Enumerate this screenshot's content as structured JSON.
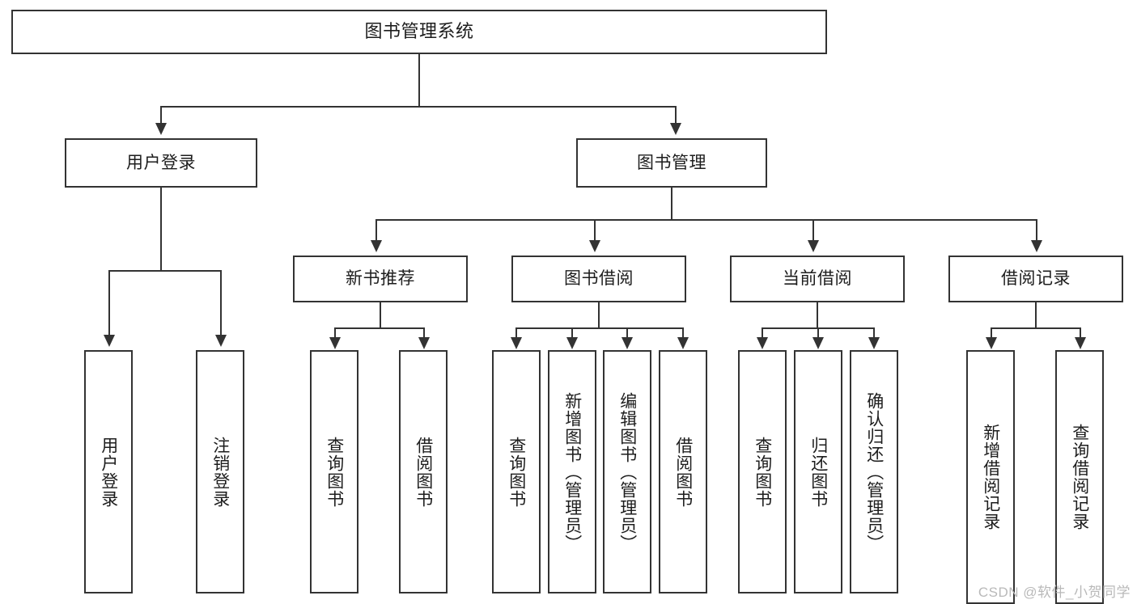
{
  "diagram": {
    "title": "图书管理系统",
    "type": "function-structure-tree",
    "watermark": "CSDN @软件_小贺同学",
    "colors": {
      "stroke": "#333333",
      "box_fill": "#ffffff",
      "text": "#1d1d1d",
      "watermark": "#b9b9b9",
      "background": "#ffffff"
    },
    "root": {
      "id": "root",
      "label": "图书管理系统"
    },
    "tier2": [
      {
        "id": "user-login",
        "label": "用户登录"
      },
      {
        "id": "book-manage",
        "label": "图书管理"
      }
    ],
    "tier3": [
      {
        "id": "new-book-rec",
        "label": "新书推荐",
        "parent": "book-manage"
      },
      {
        "id": "book-borrow",
        "label": "图书借阅",
        "parent": "book-manage"
      },
      {
        "id": "current-borrow",
        "label": "当前借阅",
        "parent": "book-manage"
      },
      {
        "id": "borrow-record",
        "label": "借阅记录",
        "parent": "book-manage"
      }
    ],
    "leaves": [
      {
        "id": "leaf-user-login",
        "label": "用户登录",
        "parent": "user-login"
      },
      {
        "id": "leaf-user-logout",
        "label": "注销登录",
        "parent": "user-login"
      },
      {
        "id": "leaf-query-book-rec",
        "label": "查询图书",
        "parent": "new-book-rec"
      },
      {
        "id": "leaf-borrow-book-rec",
        "label": "借阅图书",
        "parent": "new-book-rec"
      },
      {
        "id": "leaf-query-book",
        "label": "查询图书",
        "parent": "book-borrow"
      },
      {
        "id": "leaf-add-book",
        "label": "新增图书（管理员）",
        "parent": "book-borrow"
      },
      {
        "id": "leaf-edit-book",
        "label": "编辑图书（管理员）",
        "parent": "book-borrow"
      },
      {
        "id": "leaf-borrow-book",
        "label": "借阅图书",
        "parent": "book-borrow"
      },
      {
        "id": "leaf-query-book-cur",
        "label": "查询图书",
        "parent": "current-borrow"
      },
      {
        "id": "leaf-return-book",
        "label": "归还图书",
        "parent": "current-borrow"
      },
      {
        "id": "leaf-confirm-return",
        "label": "确认归还（管理员）",
        "parent": "current-borrow"
      },
      {
        "id": "leaf-add-record",
        "label": "新增借阅记录",
        "parent": "borrow-record"
      },
      {
        "id": "leaf-query-record",
        "label": "查询借阅记录",
        "parent": "borrow-record"
      }
    ]
  }
}
